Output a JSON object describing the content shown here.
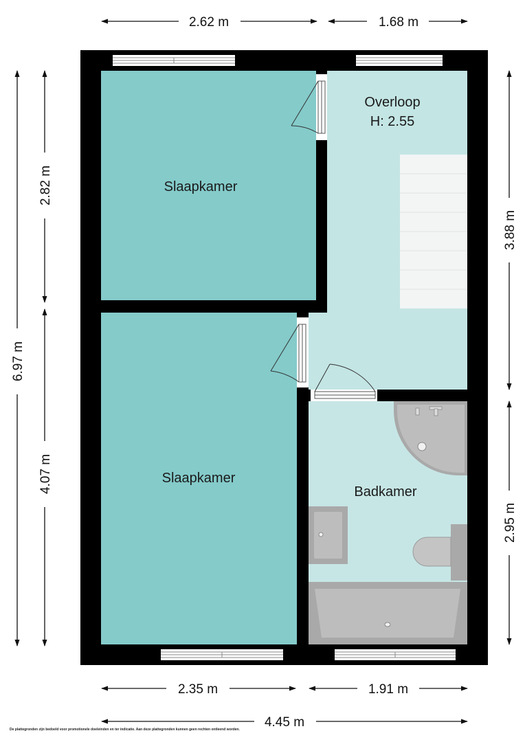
{
  "colors": {
    "wall": "#000000",
    "bedroom_floor": "#84cbca",
    "landing_floor": "#c3e5e4",
    "bathroom_floor": "#c6e6e5",
    "fixture": "#a9a9a9",
    "stairs": "#f3f5f5"
  },
  "rooms": {
    "bedroom_top": {
      "name": "Slaapkamer"
    },
    "bedroom_bottom": {
      "name": "Slaapkamer"
    },
    "landing": {
      "name": "Overloop",
      "height": "H: 2.55"
    },
    "bathroom": {
      "name": "Badkamer"
    }
  },
  "dimensions": {
    "top_left": "2.62 m",
    "top_right": "1.68 m",
    "bottom_left": "2.35 m",
    "bottom_right": "1.91 m",
    "bottom_total": "4.45 m",
    "left_total": "6.97 m",
    "left_upper": "2.82 m",
    "left_lower": "4.07 m",
    "right_upper": "3.88 m",
    "right_lower": "2.95 m"
  },
  "disclaimer": "De plattegronden zijn bedoeld voor promotionele doeleinden en ter indicatie. Aan deze plattegronden kunnen geen rechten ontleend worden."
}
